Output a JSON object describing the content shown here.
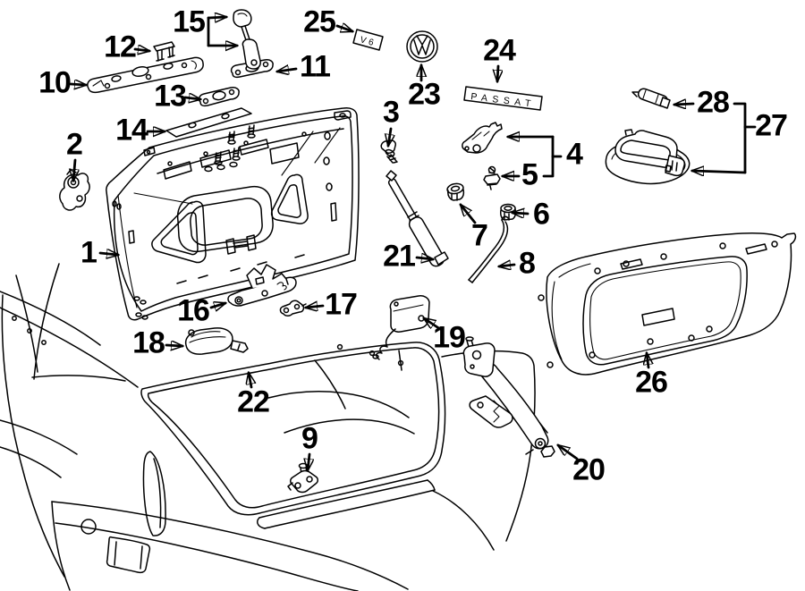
{
  "diagram": {
    "background": "#ffffff",
    "ink": "#000000",
    "style": "exploded parts line drawing"
  },
  "badges": {
    "v6": "V6",
    "passat": "PASSAT"
  },
  "callouts": [
    {
      "number": "1"
    },
    {
      "number": "2"
    },
    {
      "number": "3"
    },
    {
      "number": "4"
    },
    {
      "number": "5"
    },
    {
      "number": "6"
    },
    {
      "number": "7"
    },
    {
      "number": "8"
    },
    {
      "number": "9"
    },
    {
      "number": "10"
    },
    {
      "number": "11"
    },
    {
      "number": "12"
    },
    {
      "number": "13"
    },
    {
      "number": "14"
    },
    {
      "number": "15"
    },
    {
      "number": "16"
    },
    {
      "number": "17"
    },
    {
      "number": "18"
    },
    {
      "number": "19"
    },
    {
      "number": "20"
    },
    {
      "number": "21"
    },
    {
      "number": "22"
    },
    {
      "number": "23"
    },
    {
      "number": "24"
    },
    {
      "number": "25"
    },
    {
      "number": "26"
    },
    {
      "number": "27"
    },
    {
      "number": "28"
    }
  ]
}
